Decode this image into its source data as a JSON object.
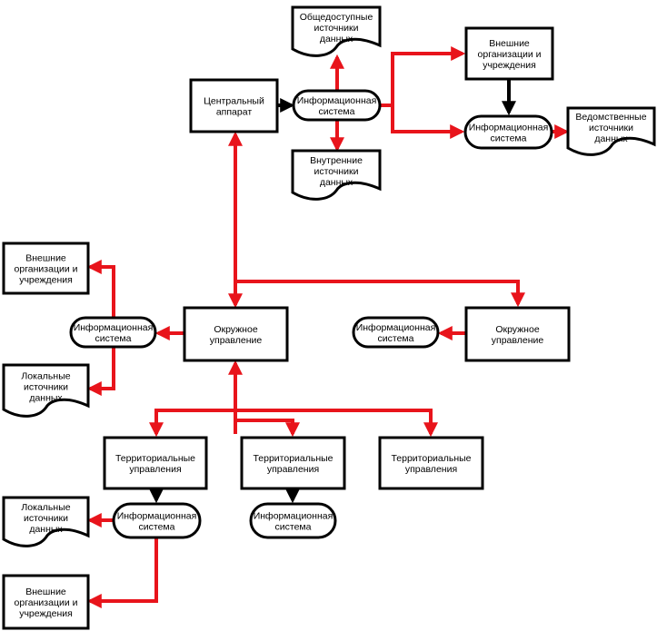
{
  "colors": {
    "flow_red": "#e8141b",
    "flow_black": "#000000",
    "stroke": "#000000",
    "fill": "#ffffff"
  },
  "nodes": {
    "central": "Центральный\nаппарат",
    "is_top": "Информационная\nсистема",
    "public_sources": "Общедоступные\nисточники\nданных",
    "internal_sources": "Внутренние\nисточники\nданных",
    "ext_org_top": "Внешние\nорганизации и\nучреждения",
    "is_right_top": "Информационная\nсистема",
    "dept_sources": "Ведомственные\nисточники\nданных",
    "district_left": "Окружное\nуправление",
    "is_left": "Информационная\nсистема",
    "ext_org_left": "Внешние\nорганизации и\nучреждения",
    "local_sources_left": "Локальные\nисточники\nданных",
    "district_right": "Окружное\nуправление",
    "is_right_district": "Информационная\nсистема",
    "terr_1": "Территориальные\nуправления",
    "terr_2": "Территориальные\nуправления",
    "terr_3": "Территориальные\nуправления",
    "is_terr_1": "Информационная\nсистема",
    "is_terr_2": "Информационная\nсистема",
    "local_sources_bottom": "Локальные\nисточники\nданных",
    "ext_org_bottom": "Внешние\nорганизации и\nучреждения"
  }
}
